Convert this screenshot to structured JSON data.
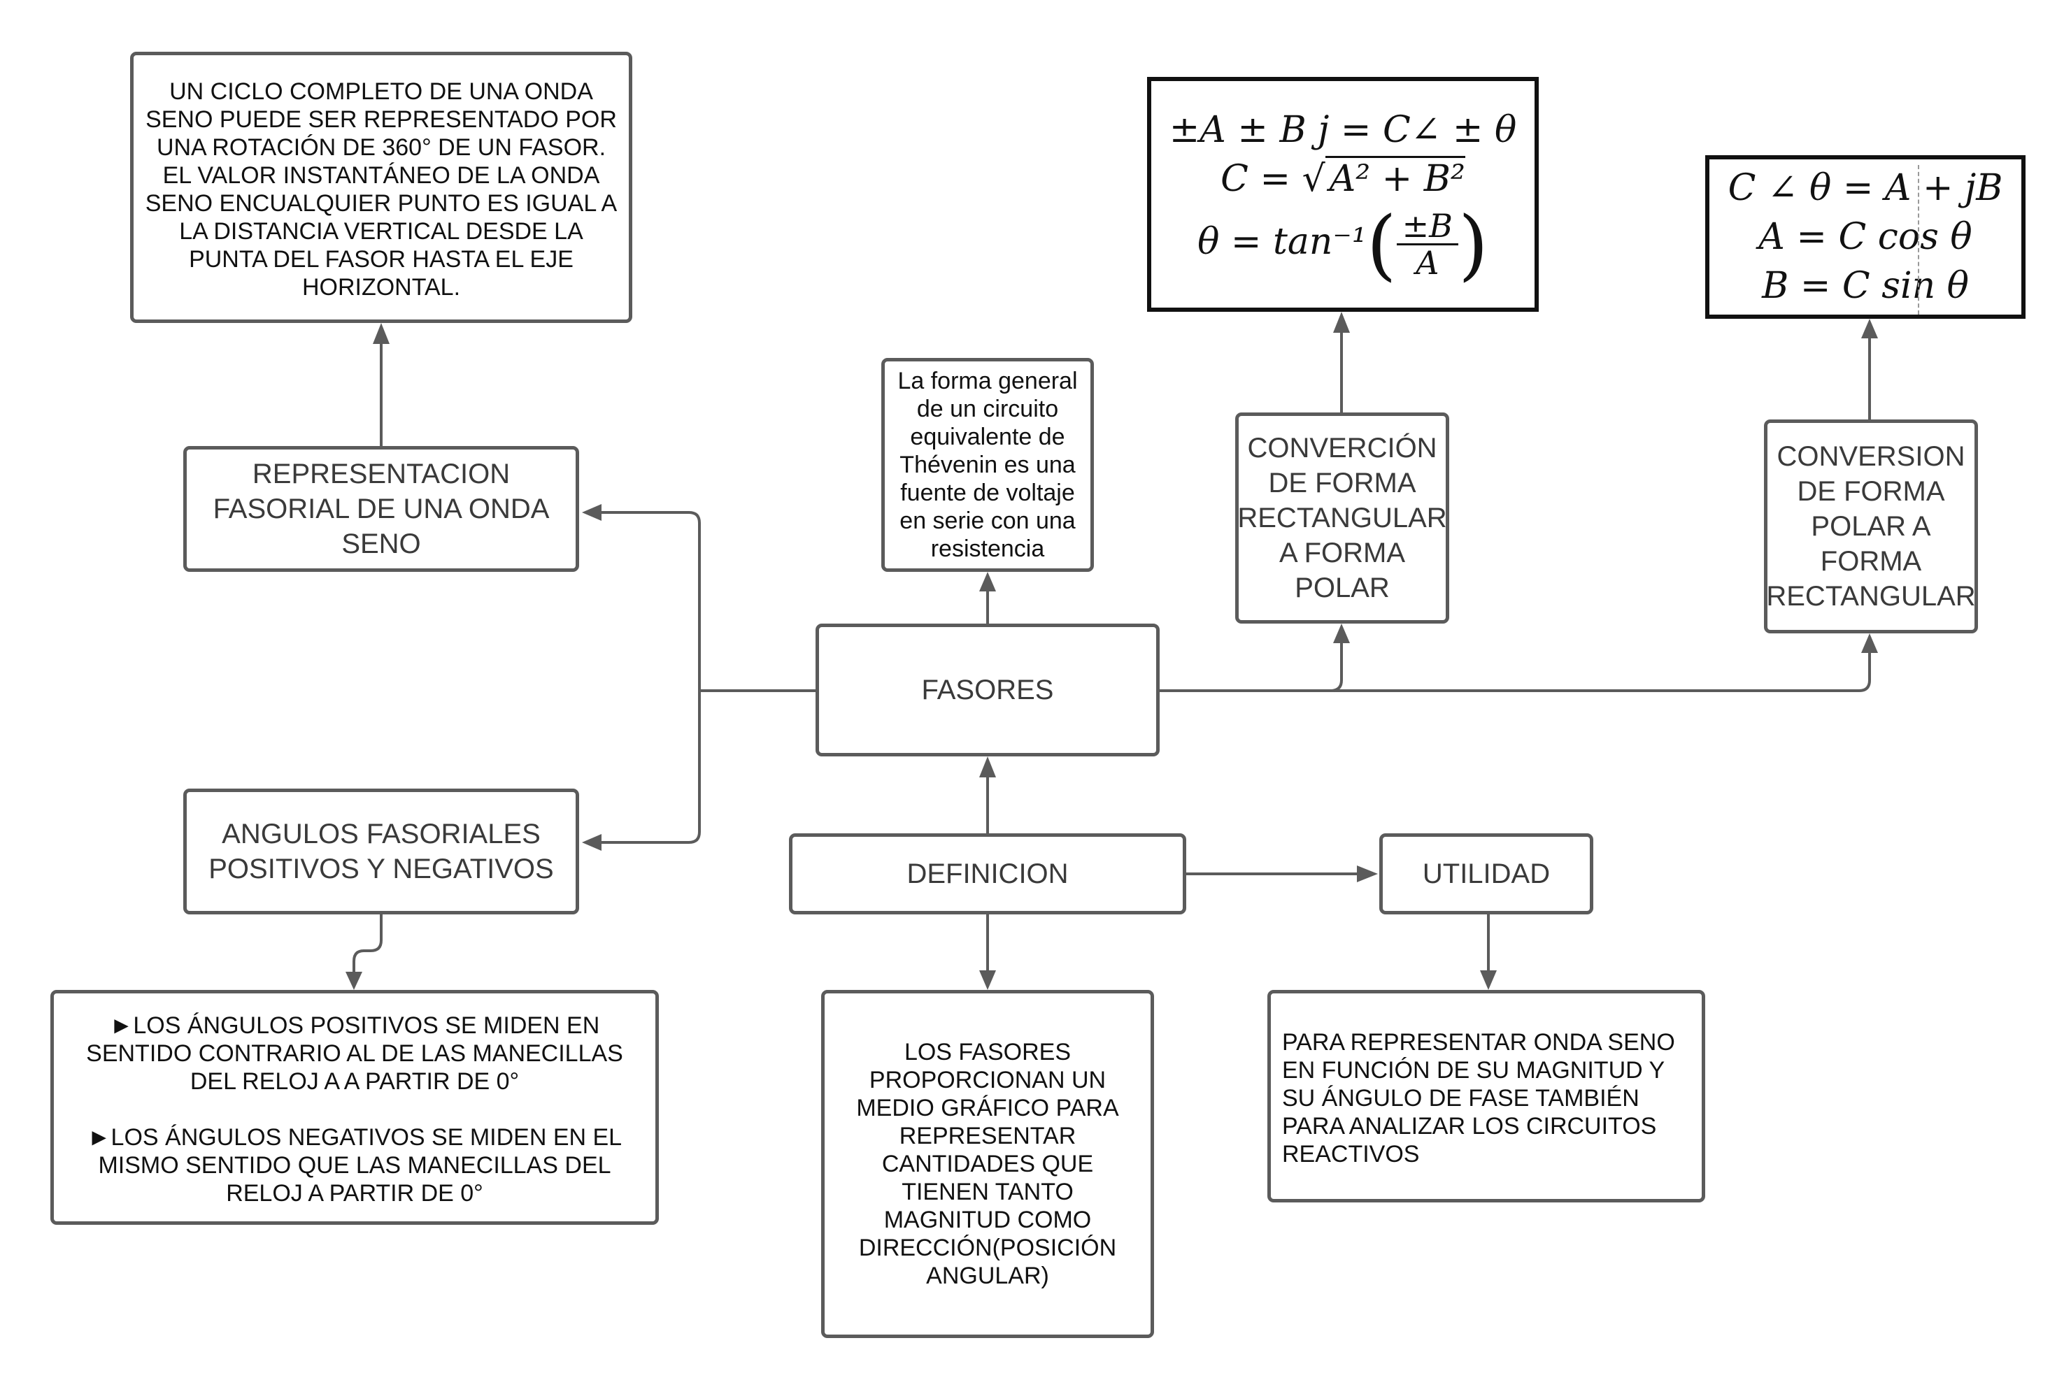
{
  "nodes": {
    "fasores": "FASORES",
    "definicion": "DEFINICION",
    "utilidad": "UTILIDAD",
    "representacion": "REPRESENTACION FASORIAL DE UNA ONDA SENO",
    "angulos": "ANGULOS FASORIALES POSITIVOS Y NEGATIVOS",
    "conversion_rect_polar": "CONVERCIÓN DE FORMA RECTANGULAR A FORMA POLAR",
    "conversion_polar_rect": "CONVERSION DE FORMA POLAR A FORMA RECTANGULAR"
  },
  "texts": {
    "ciclo": "UN CICLO COMPLETO DE UNA ONDA SENO PUEDE SER REPRESENTADO POR UNA ROTACIÓN DE 360° DE UN FASOR. EL VALOR INSTANTÁNEO DE LA ONDA SENO ENCUALQUIER PUNTO ES IGUAL A LA DISTANCIA VERTICAL DESDE LA PUNTA DEL FASOR HASTA EL EJE HORIZONTAL.",
    "thevenin": "La forma general de un circuito equivalente de Thévenin es una fuente de voltaje en serie con una resistencia",
    "angulos_pos": "►LOS ÁNGULOS POSITIVOS SE MIDEN EN SENTIDO CONTRARIO AL DE LAS MANECILLAS DEL RELOJ A A PARTIR DE 0°",
    "angulos_neg": "►LOS ÁNGULOS NEGATIVOS SE MIDEN EN EL MISMO SENTIDO QUE LAS MANECILLAS DEL RELOJ A PARTIR DE 0°",
    "definicion_text": "LOS FASORES PROPORCIONAN UN MEDIO GRÁFICO PARA REPRESENTAR CANTIDADES QUE TIENEN TANTO MAGNITUD COMO DIRECCIÓN(POSICIÓN ANGULAR)",
    "utilidad_text": "PARA REPRESENTAR ONDA SENO EN FUNCIÓN DE SU MAGNITUD Y SU ÁNGULO DE FASE TAMBIÉN PARA ANALIZAR LOS CIRCUITOS REACTIVOS"
  },
  "formulas": {
    "rect_to_polar": {
      "line1": "±A ± B j = C∠ ± θ",
      "line2_prefix": "C = ",
      "line2_radicand": "A² + B²",
      "line3_prefix": "θ = tan⁻¹",
      "line3_num": "±B",
      "line3_den": "A"
    },
    "polar_to_rect": {
      "line1": "C ∠ θ = A + jB",
      "line2": "A = C cos θ",
      "line3": "B = C sin θ"
    }
  },
  "colors": {
    "stroke": "#5b5b5b",
    "formula_border": "#111111"
  }
}
